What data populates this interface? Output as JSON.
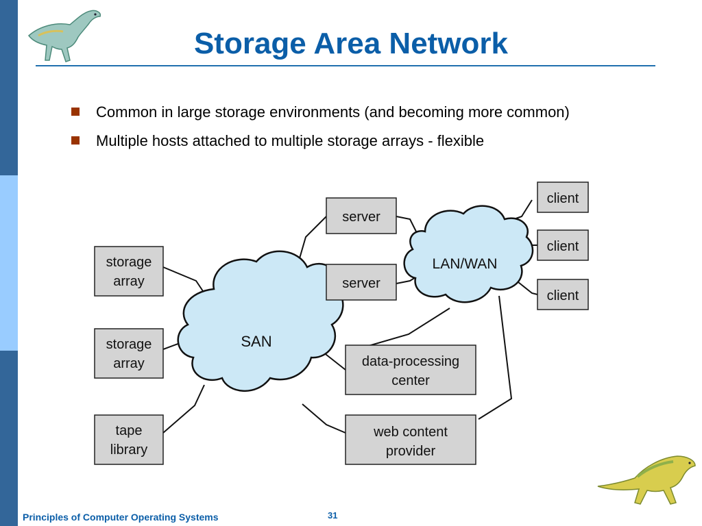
{
  "slide": {
    "title": "Storage Area Network",
    "bullets": [
      "Common in large storage environments (and becoming more common)",
      "Multiple hosts attached to multiple storage arrays - flexible"
    ],
    "footer_left": "Principles of Computer Operating Systems",
    "page_number": "31"
  },
  "diagram": {
    "clouds": {
      "san": "SAN",
      "lanwan": "LAN/WAN"
    },
    "storage": [
      [
        "storage",
        "array"
      ],
      [
        "storage",
        "array"
      ],
      [
        "tape",
        "library"
      ]
    ],
    "servers": [
      "server",
      "server"
    ],
    "clients": [
      "client",
      "client",
      "client"
    ],
    "data_processing": [
      "data-processing",
      "center"
    ],
    "web_content": [
      "web content",
      "provider"
    ]
  },
  "colors": {
    "title": "#0b5ea8",
    "bullet": "#993300",
    "cloud_fill": "#cce8f6",
    "box_fill": "#d4d4d4",
    "sidebar_dark": "#336699",
    "sidebar_light": "#99ccff"
  },
  "icons": {
    "top_left": "dinosaur-icon",
    "bottom_right": "dinosaur-icon"
  }
}
